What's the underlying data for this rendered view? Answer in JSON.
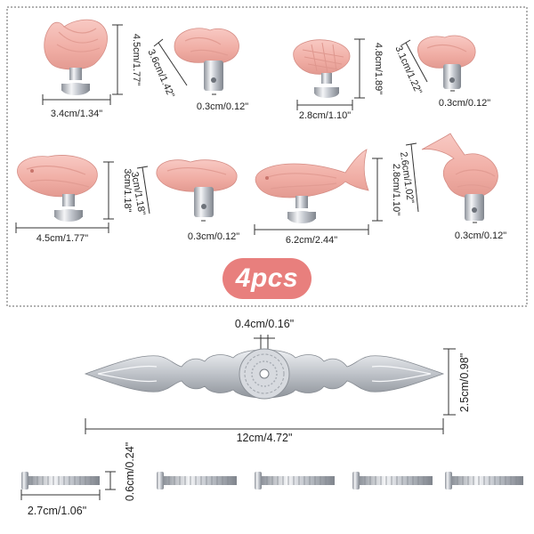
{
  "badge": {
    "quantity": "4pcs"
  },
  "knobs": {
    "k1": {
      "width": "3.4cm/1.34\"",
      "height": "4.5cm/1.77\""
    },
    "k2": {
      "diagonal": "3.6cm/1.42\"",
      "base": "0.3cm/0.12\""
    },
    "k3": {
      "width": "2.8cm/1.10\"",
      "height": "4.8cm/1.89\""
    },
    "k4": {
      "diagonal": "3.1cm/1.22\"",
      "base": "0.3cm/0.12\""
    },
    "k5": {
      "width": "4.5cm/1.77\"",
      "height": "3cm/1.18\""
    },
    "k6": {
      "diagonal": "3cm/1.18\"",
      "base": "0.3cm/0.12\""
    },
    "k7": {
      "width": "6.2cm/2.44\"",
      "height": "2.8cm/1.10\""
    },
    "k8": {
      "diagonal": "2.6cm/1.02\"",
      "base": "0.3cm/0.12\""
    }
  },
  "backplate": {
    "hole": "0.4cm/0.16\"",
    "width": "12cm/4.72\"",
    "height": "2.5cm/0.98\""
  },
  "screw": {
    "length": "2.7cm/1.06\"",
    "diameter": "0.6cm/0.24\""
  },
  "colors": {
    "ceramic": "#f2b0a8",
    "ceramic_shadow": "#d98b82",
    "badge": "#e87f7d",
    "chrome": "#c9ccd2"
  }
}
